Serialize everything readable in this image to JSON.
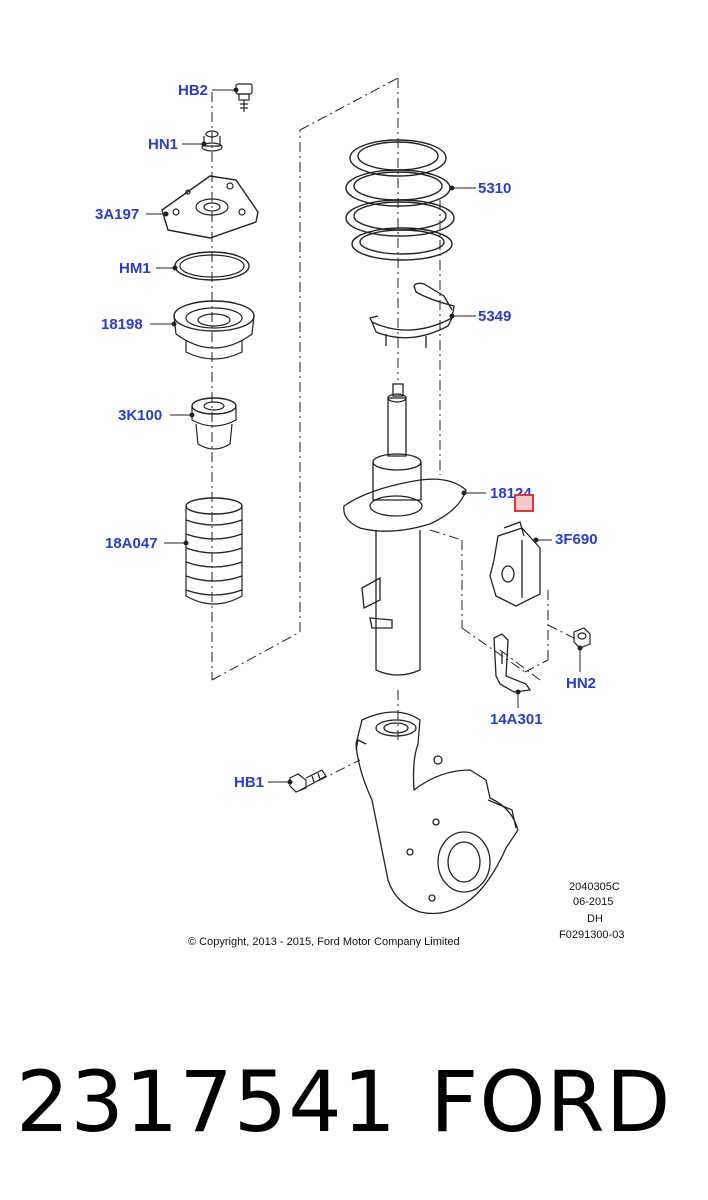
{
  "labels": {
    "HB2": "HB2",
    "HN1": "HN1",
    "3A197": "3A197",
    "HM1": "HM1",
    "18198": "18198",
    "3K100": "3K100",
    "18A047": "18A047",
    "5310": "5310",
    "5349": "5349",
    "18124": "18124",
    "3F690": "3F690",
    "HN2": "HN2",
    "14A301": "14A301",
    "HB1": "HB1"
  },
  "copyright": "© Copyright, 2013 - 2015, Ford Motor Company Limited",
  "meta": {
    "line1": "2040305C",
    "line2": "06-2015",
    "line3": "DH",
    "line4": "F0291300-03"
  },
  "part_number": "2317541",
  "brand": "FORD",
  "colors": {
    "label": "#2a3bd0",
    "highlight_fill": "#f6caca",
    "highlight_border": "#d63a3a"
  }
}
